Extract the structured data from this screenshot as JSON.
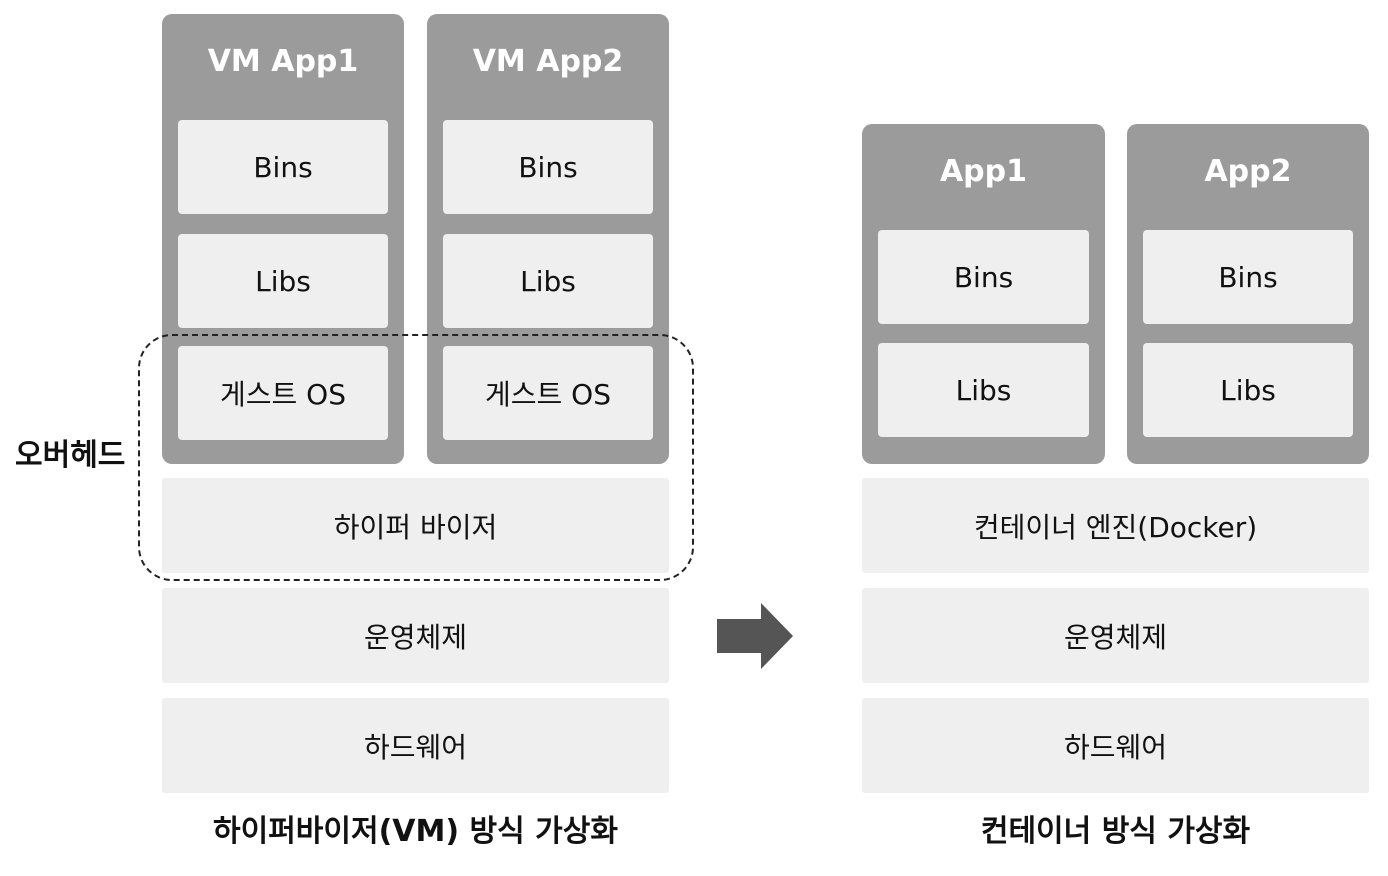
{
  "vm": {
    "apps": [
      {
        "title": "VM App1",
        "bins": "Bins",
        "libs": "Libs",
        "guest_os": "게스트 OS"
      },
      {
        "title": "VM App2",
        "bins": "Bins",
        "libs": "Libs",
        "guest_os": "게스트 OS"
      }
    ],
    "hypervisor": "하이퍼 바이저",
    "os": "운영체제",
    "hardware": "하드웨어",
    "overhead_label": "오버헤드",
    "caption": "하이퍼바이저(VM) 방식 가상화"
  },
  "container": {
    "apps": [
      {
        "title": "App1",
        "bins": "Bins",
        "libs": "Libs"
      },
      {
        "title": "App2",
        "bins": "Bins",
        "libs": "Libs"
      }
    ],
    "engine": "컨테이너 엔진(Docker)",
    "os": "운영체제",
    "hardware": "하드웨어",
    "caption": "컨테이너 방식 가상화"
  },
  "colors": {
    "app_column": "#9b9b9b",
    "layer_box": "#efefef",
    "arrow": "#555555"
  },
  "icons": {
    "transition_arrow": "right-arrow-icon"
  }
}
